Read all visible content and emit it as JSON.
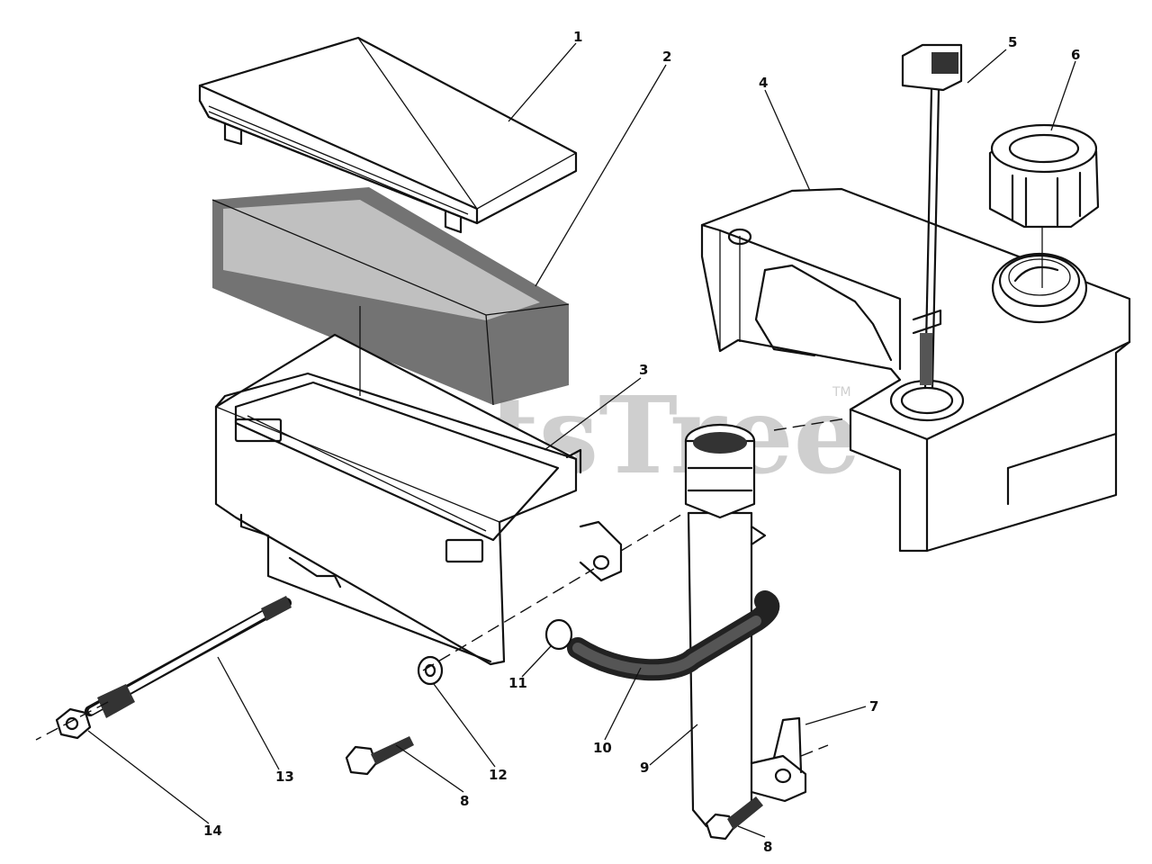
{
  "watermark": {
    "text": "PartsTree",
    "trademark": "TM"
  },
  "callouts": [
    {
      "id": "c1",
      "label": "1"
    },
    {
      "id": "c2",
      "label": "2"
    },
    {
      "id": "c3",
      "label": "3"
    },
    {
      "id": "c4",
      "label": "4"
    },
    {
      "id": "c5",
      "label": "5"
    },
    {
      "id": "c6",
      "label": "6"
    },
    {
      "id": "c7",
      "label": "7"
    },
    {
      "id": "c8a",
      "label": "8"
    },
    {
      "id": "c8b",
      "label": "8"
    },
    {
      "id": "c9",
      "label": "9"
    },
    {
      "id": "c10",
      "label": "10"
    },
    {
      "id": "c11",
      "label": "11"
    },
    {
      "id": "c12",
      "label": "12"
    },
    {
      "id": "c13",
      "label": "13"
    },
    {
      "id": "c14",
      "label": "14"
    }
  ]
}
